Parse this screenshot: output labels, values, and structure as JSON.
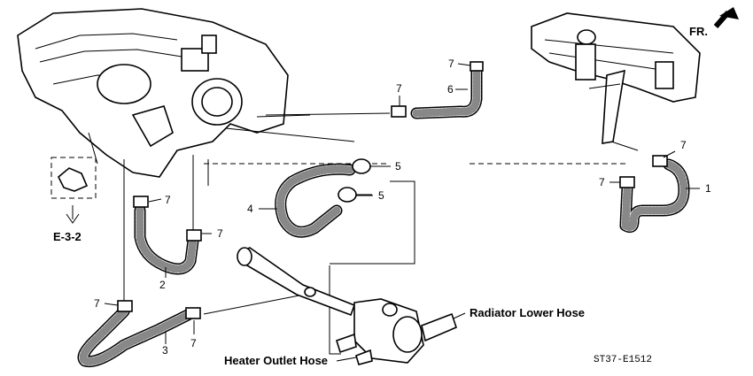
{
  "callouts": {
    "hose_1": "1",
    "hose_2": "2",
    "hose_3": "3",
    "hose_4": "4",
    "clamp_5a": "5",
    "clamp_5b": "5",
    "hose_6": "6",
    "clamp_7_top": "7",
    "clamp_7_upper_left": "7",
    "clamp_7_right_top": "7",
    "clamp_7_right_mid": "7",
    "clamp_7_hose2_top": "7",
    "clamp_7_hose2_bottom": "7",
    "clamp_7_hose3_left": "7",
    "clamp_7_hose3_right": "7"
  },
  "annotations": {
    "radiator_lower_hose": "Radiator Lower Hose",
    "heater_outlet_hose": "Heater Outlet Hose",
    "reference": "E-3-2",
    "front_indicator": "FR."
  },
  "diagram_code": "ST37-E1512"
}
